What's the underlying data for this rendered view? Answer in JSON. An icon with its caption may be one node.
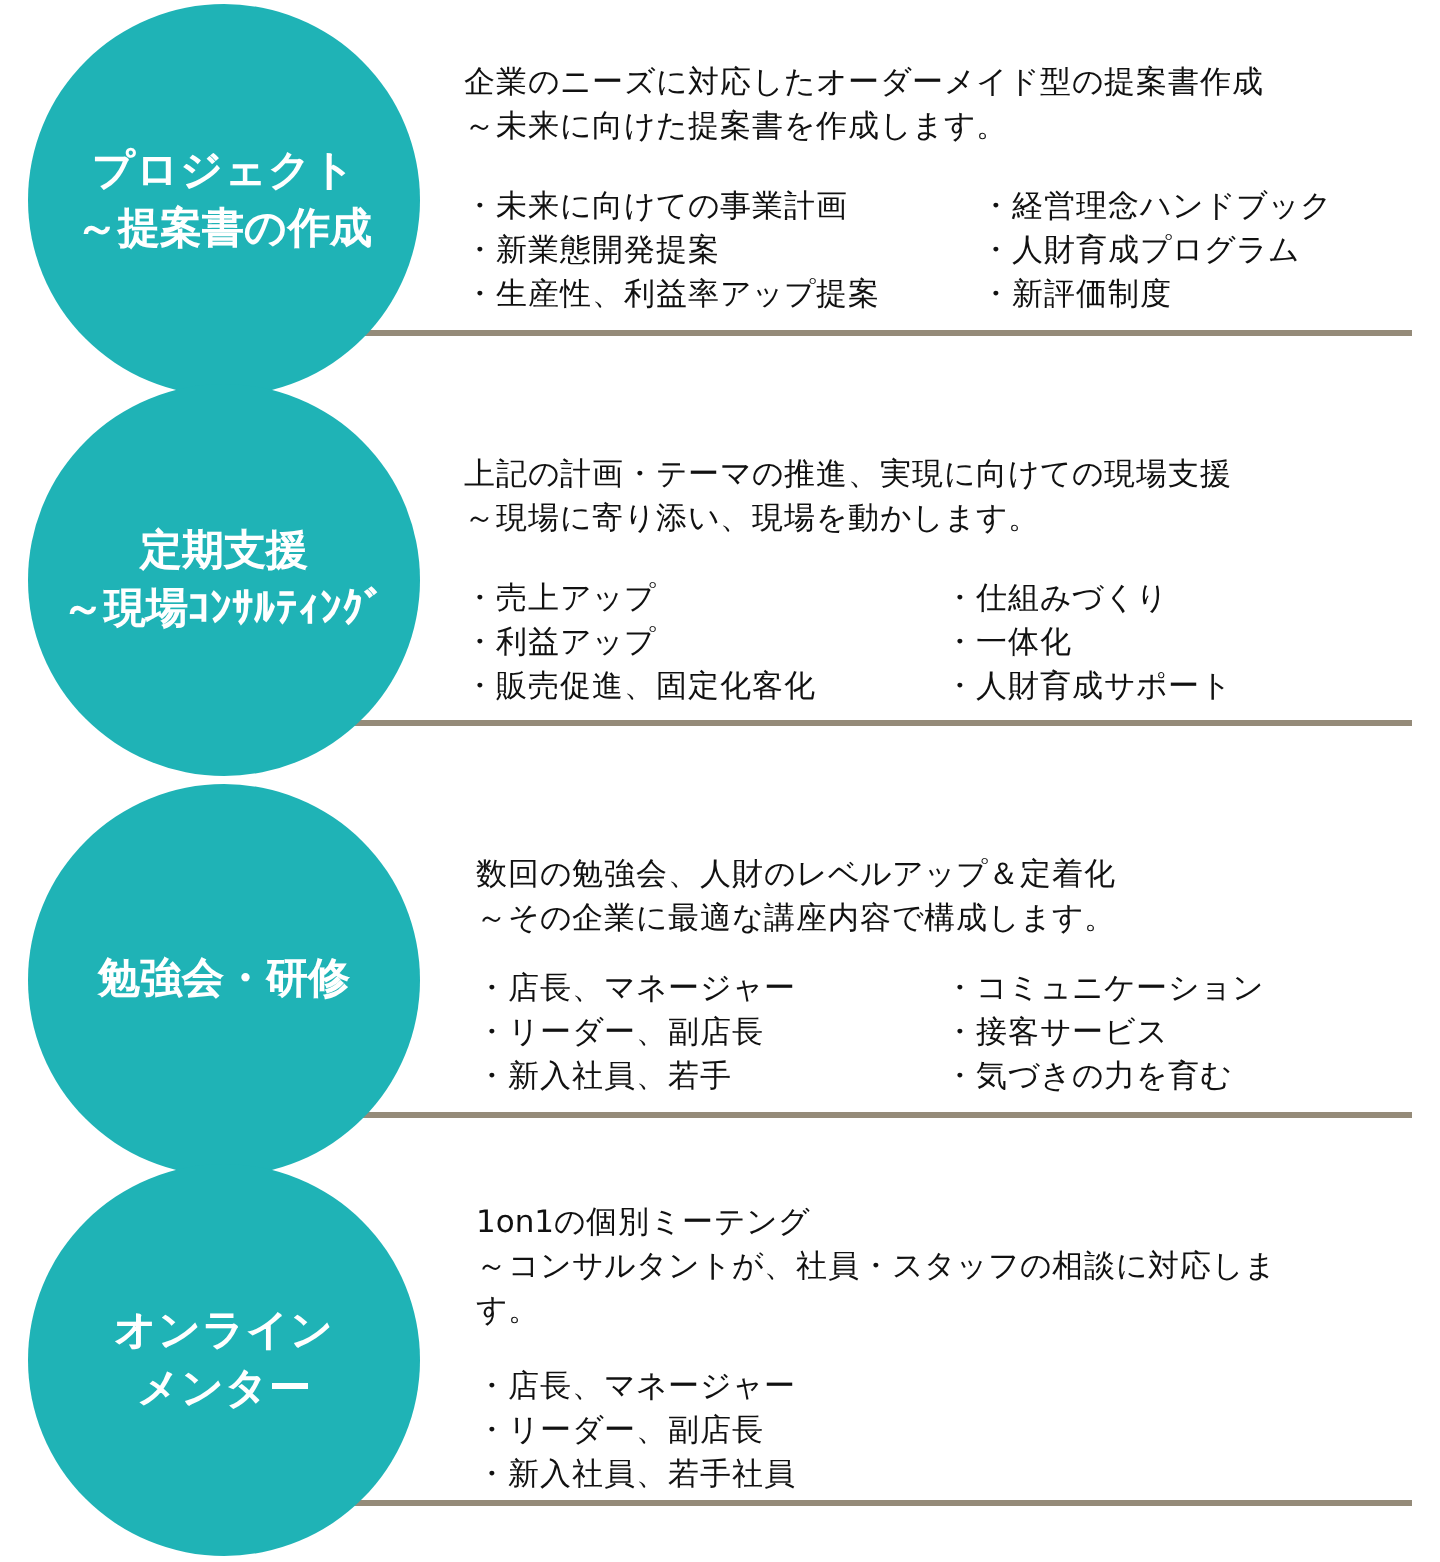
{
  "diagram": {
    "nodes": [
      {
        "text": [
          "プロジェクト～提案書の作成"
        ],
        "beside": [
          "企業のニーズに対応したオーダーメイド型の提案書作成",
          "～未来に向けた提案書を作成します。",
          "・未来に向けての事業計画",
          "・新業態開発提案",
          "・生産性、利益率アップ提案",
          "・経営理念ハンドブック",
          "・人財育成プログラム",
          "・新評価制度"
        ]
      },
      {
        "text": [
          "定期支援～現場ｺﾝｻﾙﾃｨﾝｸﾞ"
        ],
        "beside": [
          "上記の計画・テーマの推進、実現に向けての現場支援",
          "～現場に寄り添い、現場を動かします。",
          "・売上アップ",
          "・利益アップ",
          "・販売促進、固定化客化",
          "・仕組みづくり",
          "・一体化",
          "・人財育成サポート"
        ]
      },
      {
        "text": [
          "勉強会・研修"
        ],
        "beside": [
          "数回の勉強会、人財のレベルアップ＆定着化",
          "～その企業に最適な講座内容で構成します。",
          "・店長、マネージャー",
          "・リーダー、副店長",
          "・新入社員、若手",
          "・コミュニケーション",
          "・接客サービス",
          "・気づきの力を育む"
        ]
      },
      {
        "text": [
          "オンラインメンター"
        ],
        "beside": [
          "1on1の個別ミーテング",
          "～コンサルタントが、社員・スタッフの相談に対応します。",
          "・店長、マネージャー",
          "・リーダー、副店長",
          "・新入社員、若手社員"
        ]
      }
    ]
  }
}
